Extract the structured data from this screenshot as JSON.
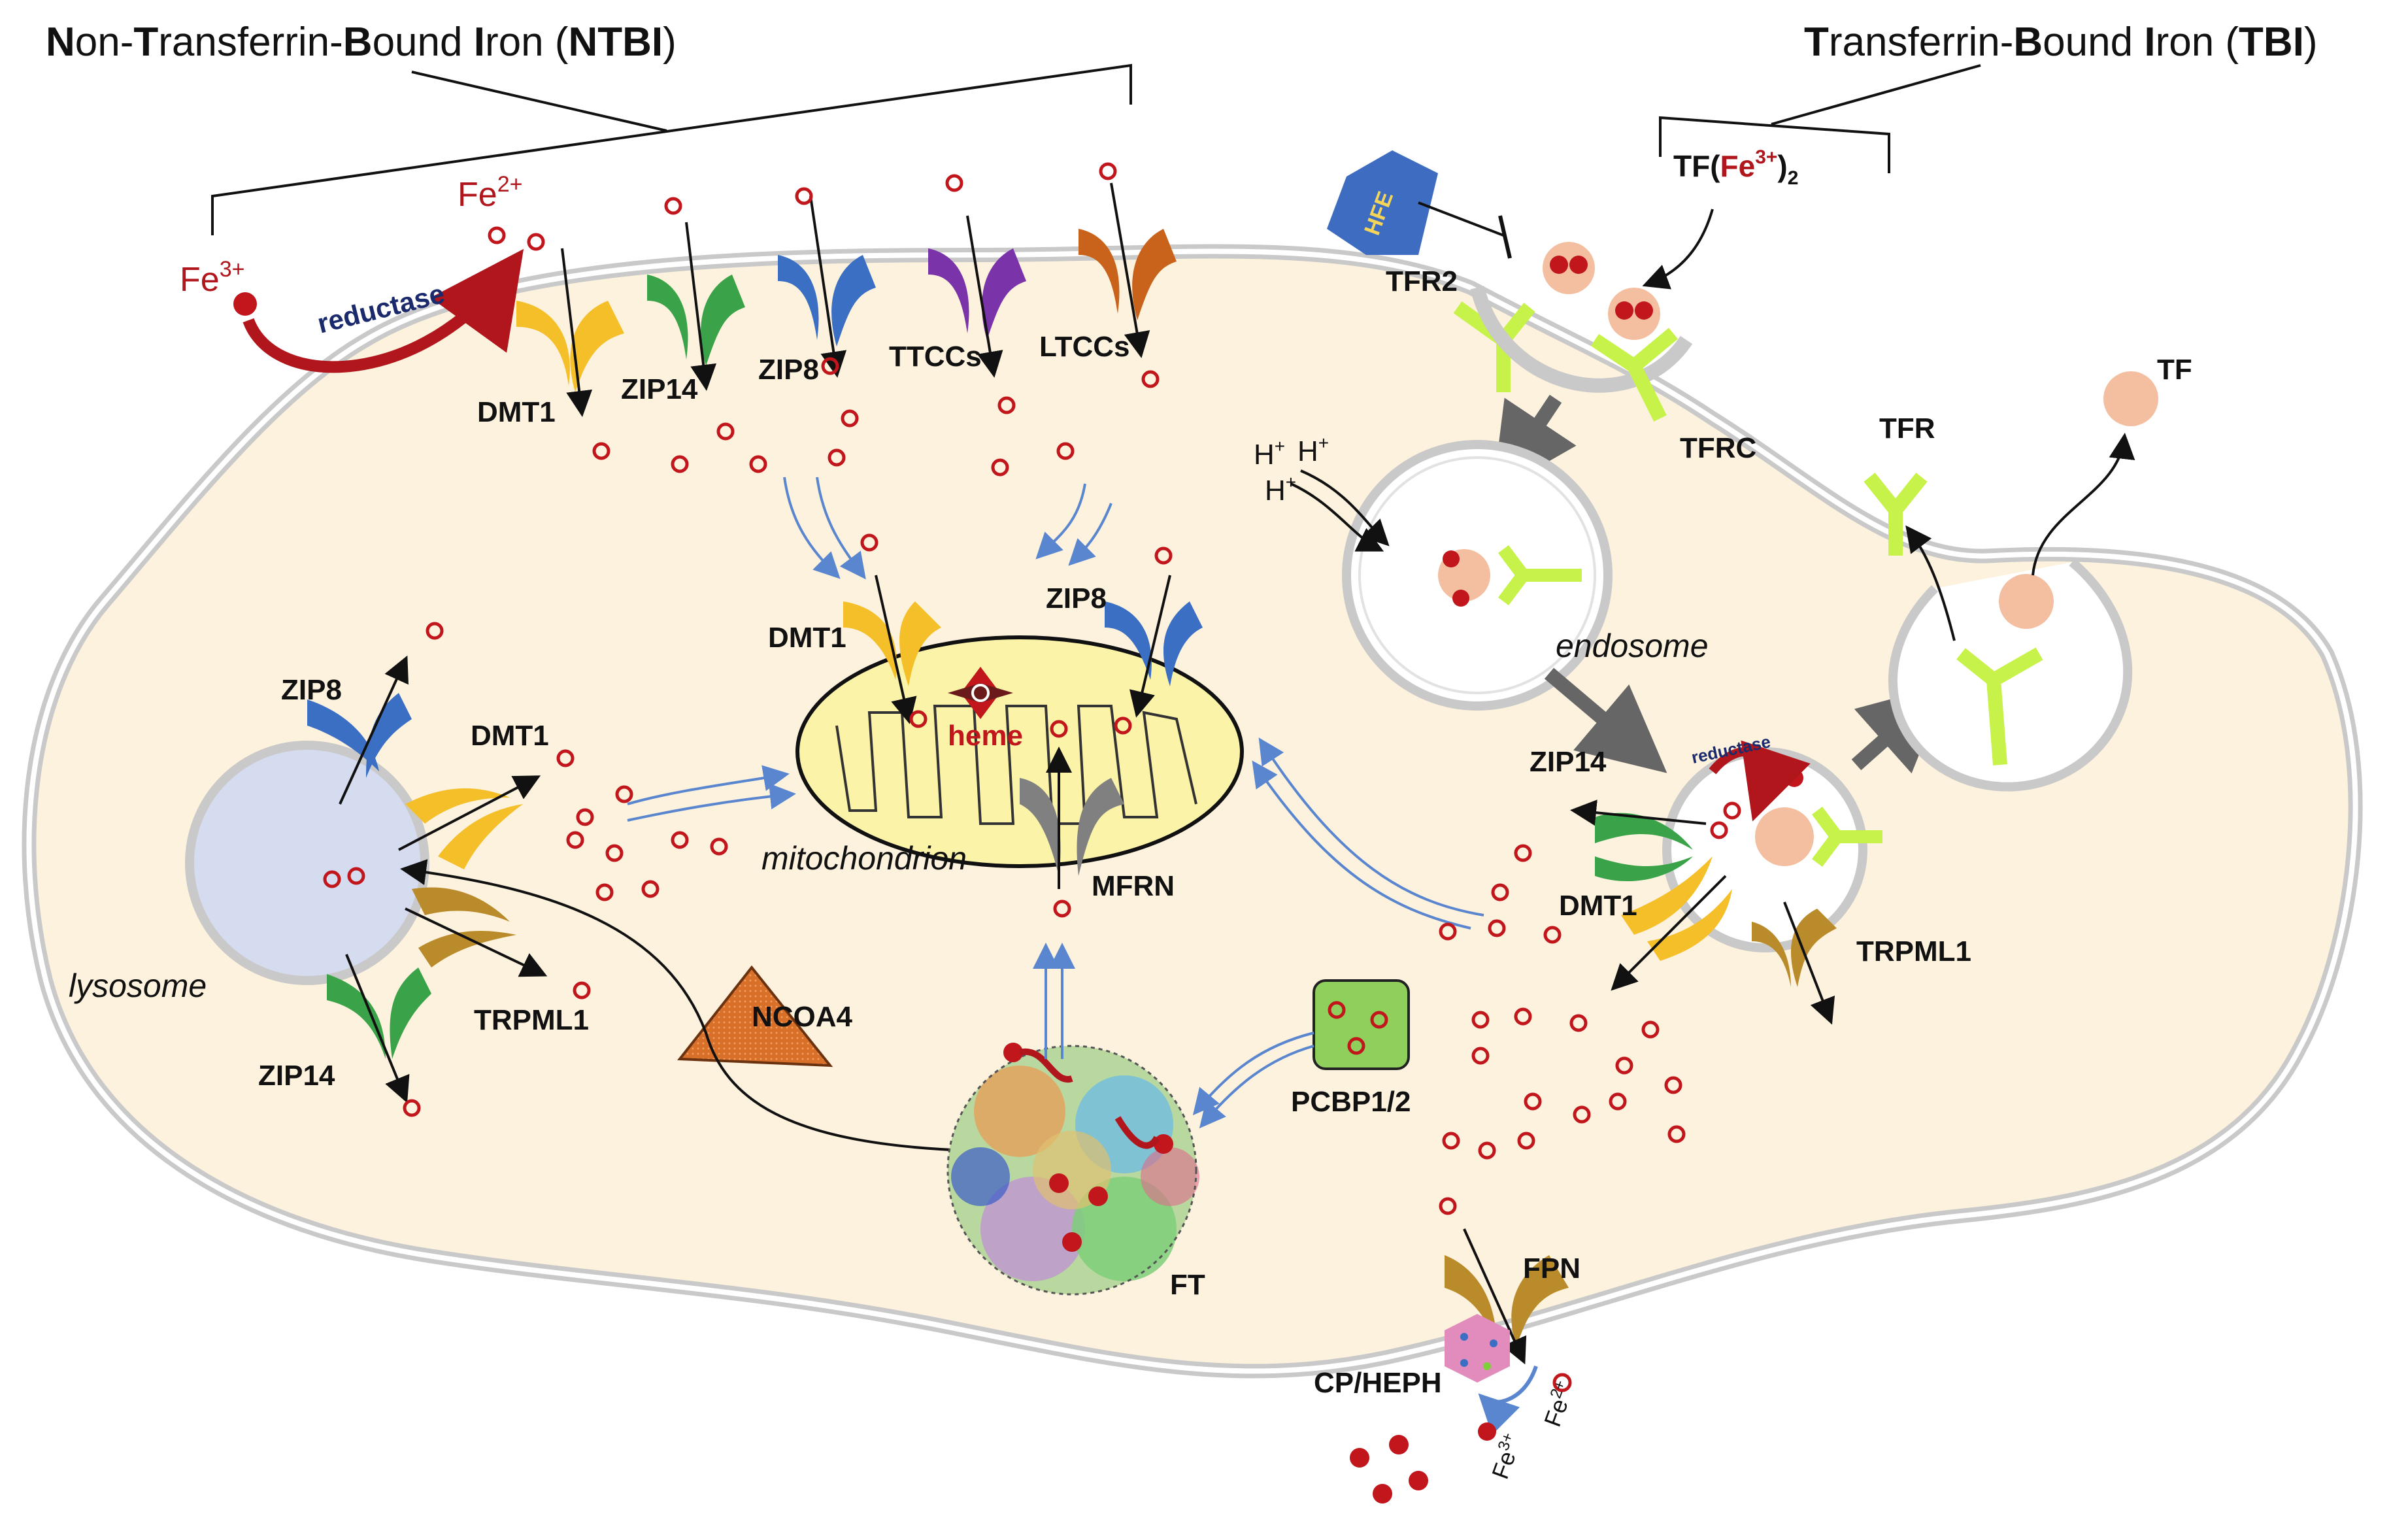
{
  "titles": {
    "ntbi": {
      "prefix_bold_1": "N",
      "part_1": "on-",
      "prefix_bold_2": "T",
      "part_2": "ransferrin-",
      "prefix_bold_3": "B",
      "part_3": "ound ",
      "prefix_bold_4": "I",
      "part_4": "ron (",
      "abbr": "NTBI",
      "close": ")"
    },
    "tbi": {
      "prefix_bold_1": "T",
      "part_1": "ransferrin-",
      "prefix_bold_2": "B",
      "part_2": "ound ",
      "prefix_bold_3": "I",
      "part_3": "ron (",
      "abbr": "TBI",
      "close": ")"
    }
  },
  "ions": {
    "fe3": "Fe",
    "fe3_sup": "3+",
    "fe2": "Fe",
    "fe2_sup": "2+",
    "hplus": "H",
    "hplus_sup": "+"
  },
  "labels": {
    "reductase": "reductase",
    "dmt1": "DMT1",
    "zip14": "ZIP14",
    "zip8": "ZIP8",
    "ttccs": "TTCCs",
    "ltccs": "LTCCs",
    "hfe": "HFE",
    "tfr2": "TFR2",
    "tf_fe_pre": "TF(",
    "tf_fe_fe": "Fe",
    "tf_fe_sup": "3+",
    "tf_fe_post": ")",
    "tf_fe_sub": "2",
    "tfrc": "TFRC",
    "tfr": "TFR",
    "tf": "TF",
    "endosome": "endosome",
    "heme": "heme",
    "mitochondrion": "mitochondrion",
    "mfrn": "MFRN",
    "lysosome": "lysosome",
    "trpml1": "TRPML1",
    "ncoa4": "NCOA4",
    "pcbp": "PCBP1/2",
    "ft": "FT",
    "fpn": "FPN",
    "cp_heph": "CP/HEPH"
  },
  "colors": {
    "cell_fill": "#fdf2dd",
    "membrane": "#c9c9c9",
    "iron_red": "#c0161c",
    "dmt1_yellow": "#f5bf2a",
    "zip14_green": "#3aa34a",
    "zip8_blue": "#3b6fc4",
    "ttcc_purple": "#7a33a8",
    "ltcc_orange": "#c9631c",
    "trpml1_gold": "#b98b2a",
    "mfrn_gray": "#808080",
    "receptor_green": "#c6f24a",
    "tf_peach": "#f3bfa0",
    "lysosome_blue": "#d5dcef",
    "mito_yellow": "#fbf3a8",
    "hfe_blue": "#3e6cc0",
    "ncoa4_orange": "#d9702a",
    "pcbp_green": "#8fcf5c",
    "cp_pink": "#e28bbd",
    "arrow_blue": "#5a86cf",
    "gray_arrow": "#666666"
  }
}
